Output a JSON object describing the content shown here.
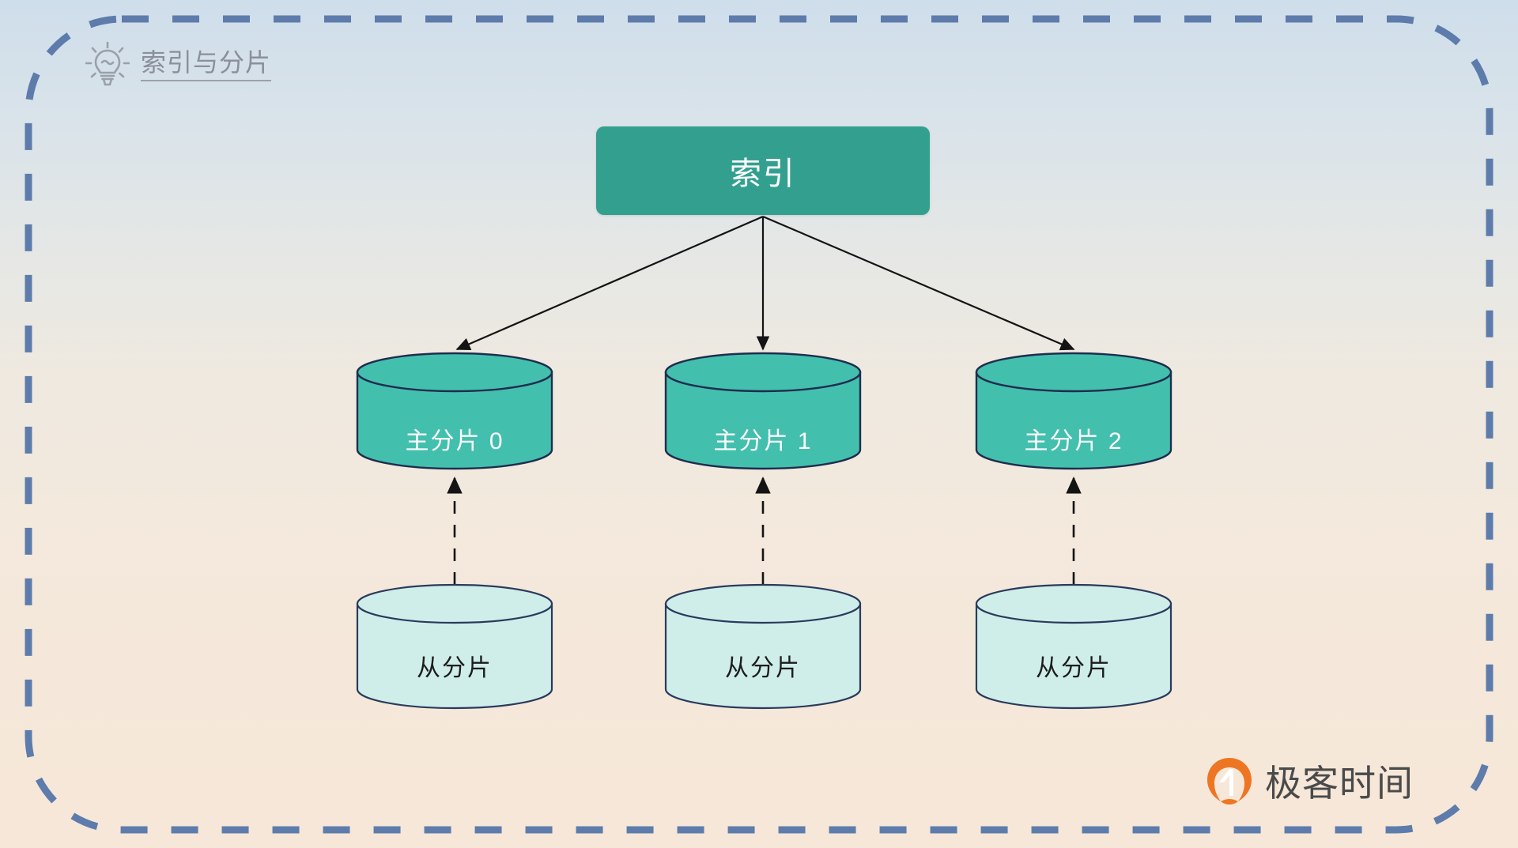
{
  "page": {
    "title": "索引与分片",
    "background_top_color": "#cfdeeb",
    "background_bottom_color": "#f6e7d8",
    "frame_color": "#5d7cab"
  },
  "header": {
    "icon": "lightbulb-icon",
    "label": "索引与分片",
    "text_color": "#8a909b"
  },
  "index_node": {
    "label": "索引",
    "fill_color": "#33a08f",
    "text_color": "#ffffff"
  },
  "primary_shards": [
    {
      "label": "主分片 0",
      "fill_color": "#43bfae",
      "stroke_color": "#1f2d4e",
      "text_color": "#ffffff"
    },
    {
      "label": "主分片 1",
      "fill_color": "#43bfae",
      "stroke_color": "#1f2d4e",
      "text_color": "#ffffff"
    },
    {
      "label": "主分片 2",
      "fill_color": "#43bfae",
      "stroke_color": "#1f2d4e",
      "text_color": "#ffffff"
    }
  ],
  "replica_shards": [
    {
      "label": "从分片",
      "fill_color": "#cfeeea",
      "stroke_color": "#2b3a5c",
      "text_color": "#1c1c1c"
    },
    {
      "label": "从分片",
      "fill_color": "#cfeeea",
      "stroke_color": "#2b3a5c",
      "text_color": "#1c1c1c"
    },
    {
      "label": "从分片",
      "fill_color": "#cfeeea",
      "stroke_color": "#2b3a5c",
      "text_color": "#1c1c1c"
    }
  ],
  "connectors": {
    "index_to_primary_style": "solid-arrow",
    "replica_to_primary_style": "dashed-arrow",
    "line_color": "#1a1a1a"
  },
  "logo": {
    "mark": "geektime-logo-icon",
    "text": "极客时间",
    "mark_color": "#ee7623",
    "text_color": "#4a4a4a"
  }
}
